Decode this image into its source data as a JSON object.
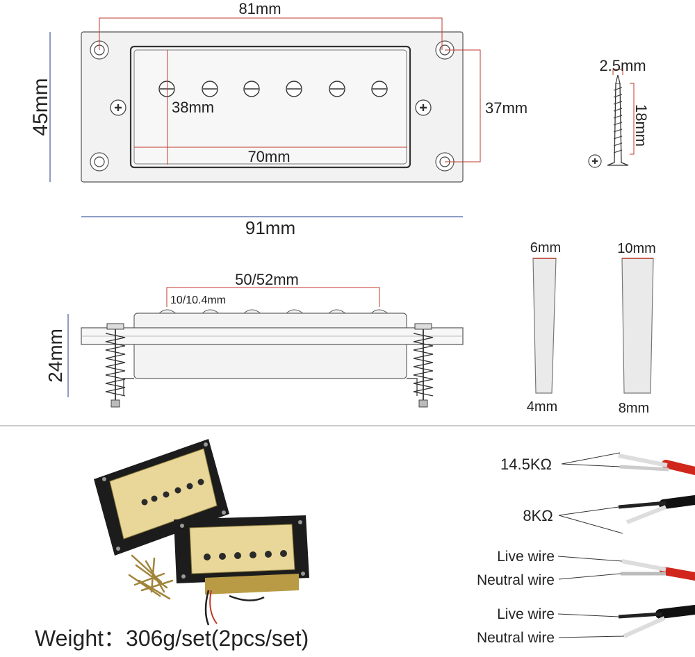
{
  "top_view": {
    "width_outer": "91mm",
    "hole_spacing": "81mm",
    "height_outer": "45mm",
    "inner_height": "37mm",
    "window_height": "38mm",
    "window_width": "70mm"
  },
  "screw": {
    "diameter": "2.5mm",
    "length": "18mm"
  },
  "side_view": {
    "pole_span": "50/52mm",
    "pole_pitch": "10/10.4mm",
    "height": "24mm"
  },
  "wedges": [
    {
      "top": "6mm",
      "bottom": "4mm"
    },
    {
      "top": "10mm",
      "bottom": "8mm"
    }
  ],
  "wiring": {
    "resistances": [
      "14.5KΩ",
      "8KΩ"
    ],
    "wire_labels": [
      "Live wire",
      "Neutral wire",
      "Live wire",
      "Neutral wire"
    ]
  },
  "weight_text": "Weight：306g/set(2pcs/set)",
  "colors": {
    "dimension_red": "#c0392b",
    "dimension_blue": "#1e3a8a",
    "pickup_gold": "#e9d79a",
    "wire_red": "#d0261c"
  }
}
